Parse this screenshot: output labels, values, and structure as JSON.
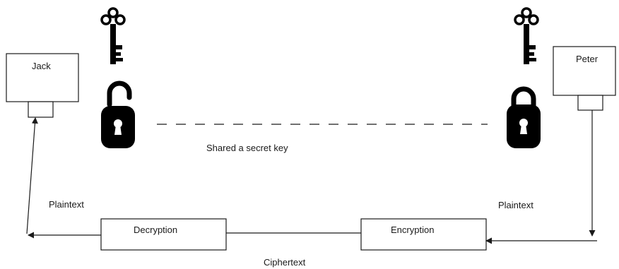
{
  "parties": {
    "left": {
      "name": "Jack"
    },
    "right": {
      "name": "Peter"
    }
  },
  "shared_key_label": "Shared a secret key",
  "flow": {
    "plaintext_left": "Plaintext",
    "plaintext_right": "Plaintext",
    "decryption_label": "Decryption",
    "encryption_label": "Encryption",
    "ciphertext_label": "Ciphertext"
  },
  "icons": {
    "left_key": "key-icon",
    "right_key": "key-icon",
    "left_lock": "unlocked-padlock-icon",
    "right_lock": "locked-padlock-icon"
  },
  "colors": {
    "line": "#1a1a1a",
    "icon": "#000000"
  }
}
